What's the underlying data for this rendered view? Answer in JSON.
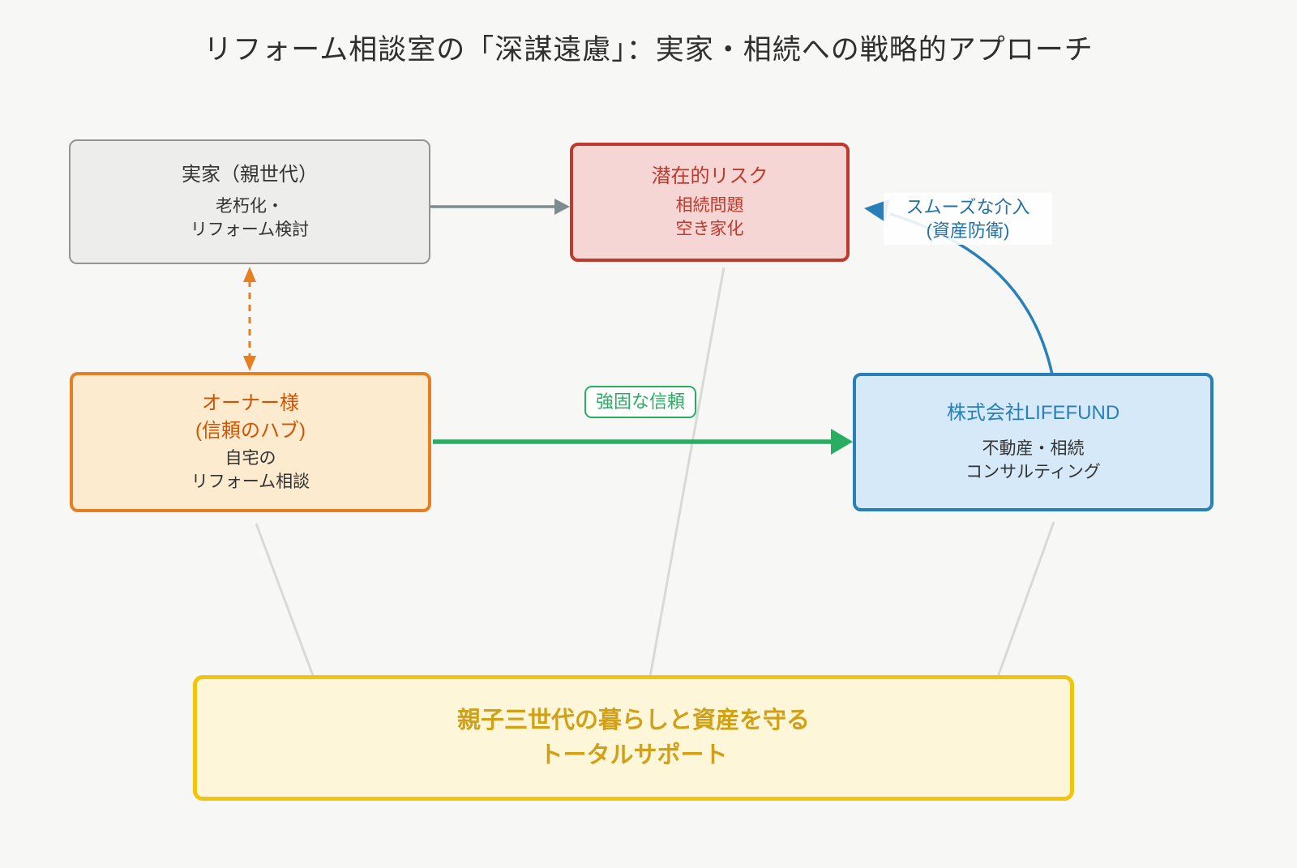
{
  "page": {
    "title": "リフォーム相談室の「深謀遠慮」：実家・相続への戦略的アプローチ",
    "background_color": "#f7f7f5"
  },
  "nodes": {
    "family": {
      "title": "実家（親世代）",
      "subtitle": "老朽化・\nリフォーム検討",
      "fill": "#ededec",
      "border_color": "#949494",
      "text_color": "#333333"
    },
    "risk": {
      "title": "潜在的リスク",
      "subtitle": "相続問題\n空き家化",
      "fill": "#f5d6d4",
      "border_color": "#c0392b",
      "text_color": "#c0392b"
    },
    "owner": {
      "title": "オーナー様\n(信頼のハブ)",
      "subtitle": "自宅の\nリフォーム相談",
      "fill": "#fcebcf",
      "border_color": "#e67e22",
      "title_color": "#d35400"
    },
    "lifefund": {
      "title": "株式会社LIFEFUND",
      "subtitle": "不動産・相続\nコンサルティング",
      "fill": "#d6e9f8",
      "border_color": "#2980b9",
      "title_color": "#2980b9"
    },
    "support": {
      "title": "親子三世代の暮らしと資産を守る\nトータルサポート",
      "fill": "#fdf6d8",
      "border_color": "#f1c40f",
      "text_color": "#d2a016"
    }
  },
  "edges": {
    "family_to_risk": {
      "style": "solid-arrow",
      "color": "#7f8c8d"
    },
    "family_owner_bidirectional": {
      "style": "dashed-double-arrow",
      "color": "#e67e22"
    },
    "owner_to_lifefund": {
      "label": "強固な信頼",
      "style": "thick-arrow",
      "color": "#27ae60"
    },
    "lifefund_to_risk": {
      "label": "スムーズな介入\n(資産防衛)",
      "style": "curved-arrow",
      "color": "#2980b9"
    },
    "support_connectors_color": "#d9d9d9"
  }
}
